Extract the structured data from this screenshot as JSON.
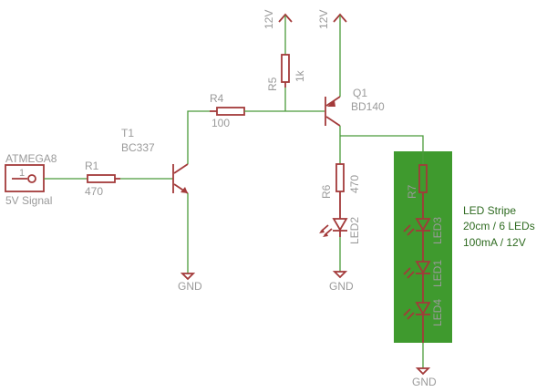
{
  "labels": {
    "atmega": "ATMEGA8",
    "pin1": "1",
    "signal": "5V Signal",
    "r1_name": "R1",
    "r1_value": "470",
    "t1_name": "T1",
    "t1_part": "BC337",
    "gnd1": "GND",
    "r4_name": "R4",
    "r4_value": "100",
    "vcc1": "12V",
    "vcc2": "12V",
    "r5_name": "R5",
    "r5_value": "1k",
    "q1_name": "Q1",
    "q1_part": "BD140",
    "r6_name": "R6",
    "r6_value": "470",
    "led2": "LED2",
    "gnd2": "GND",
    "r7_name": "R7",
    "led3": "LED3",
    "led1": "LED1",
    "led4": "LED4",
    "gnd3": "GND",
    "stripe_line1": "LED Stripe",
    "stripe_line2": "20cm / 6 LEDs",
    "stripe_line3": "100mA / 12V"
  },
  "colors": {
    "wire": "#4a9a3a",
    "component": "#a33a3a",
    "text": "#9a9a9a",
    "stripe_bg": "#3f9a2e",
    "stripe_text": "#2f6b21"
  }
}
